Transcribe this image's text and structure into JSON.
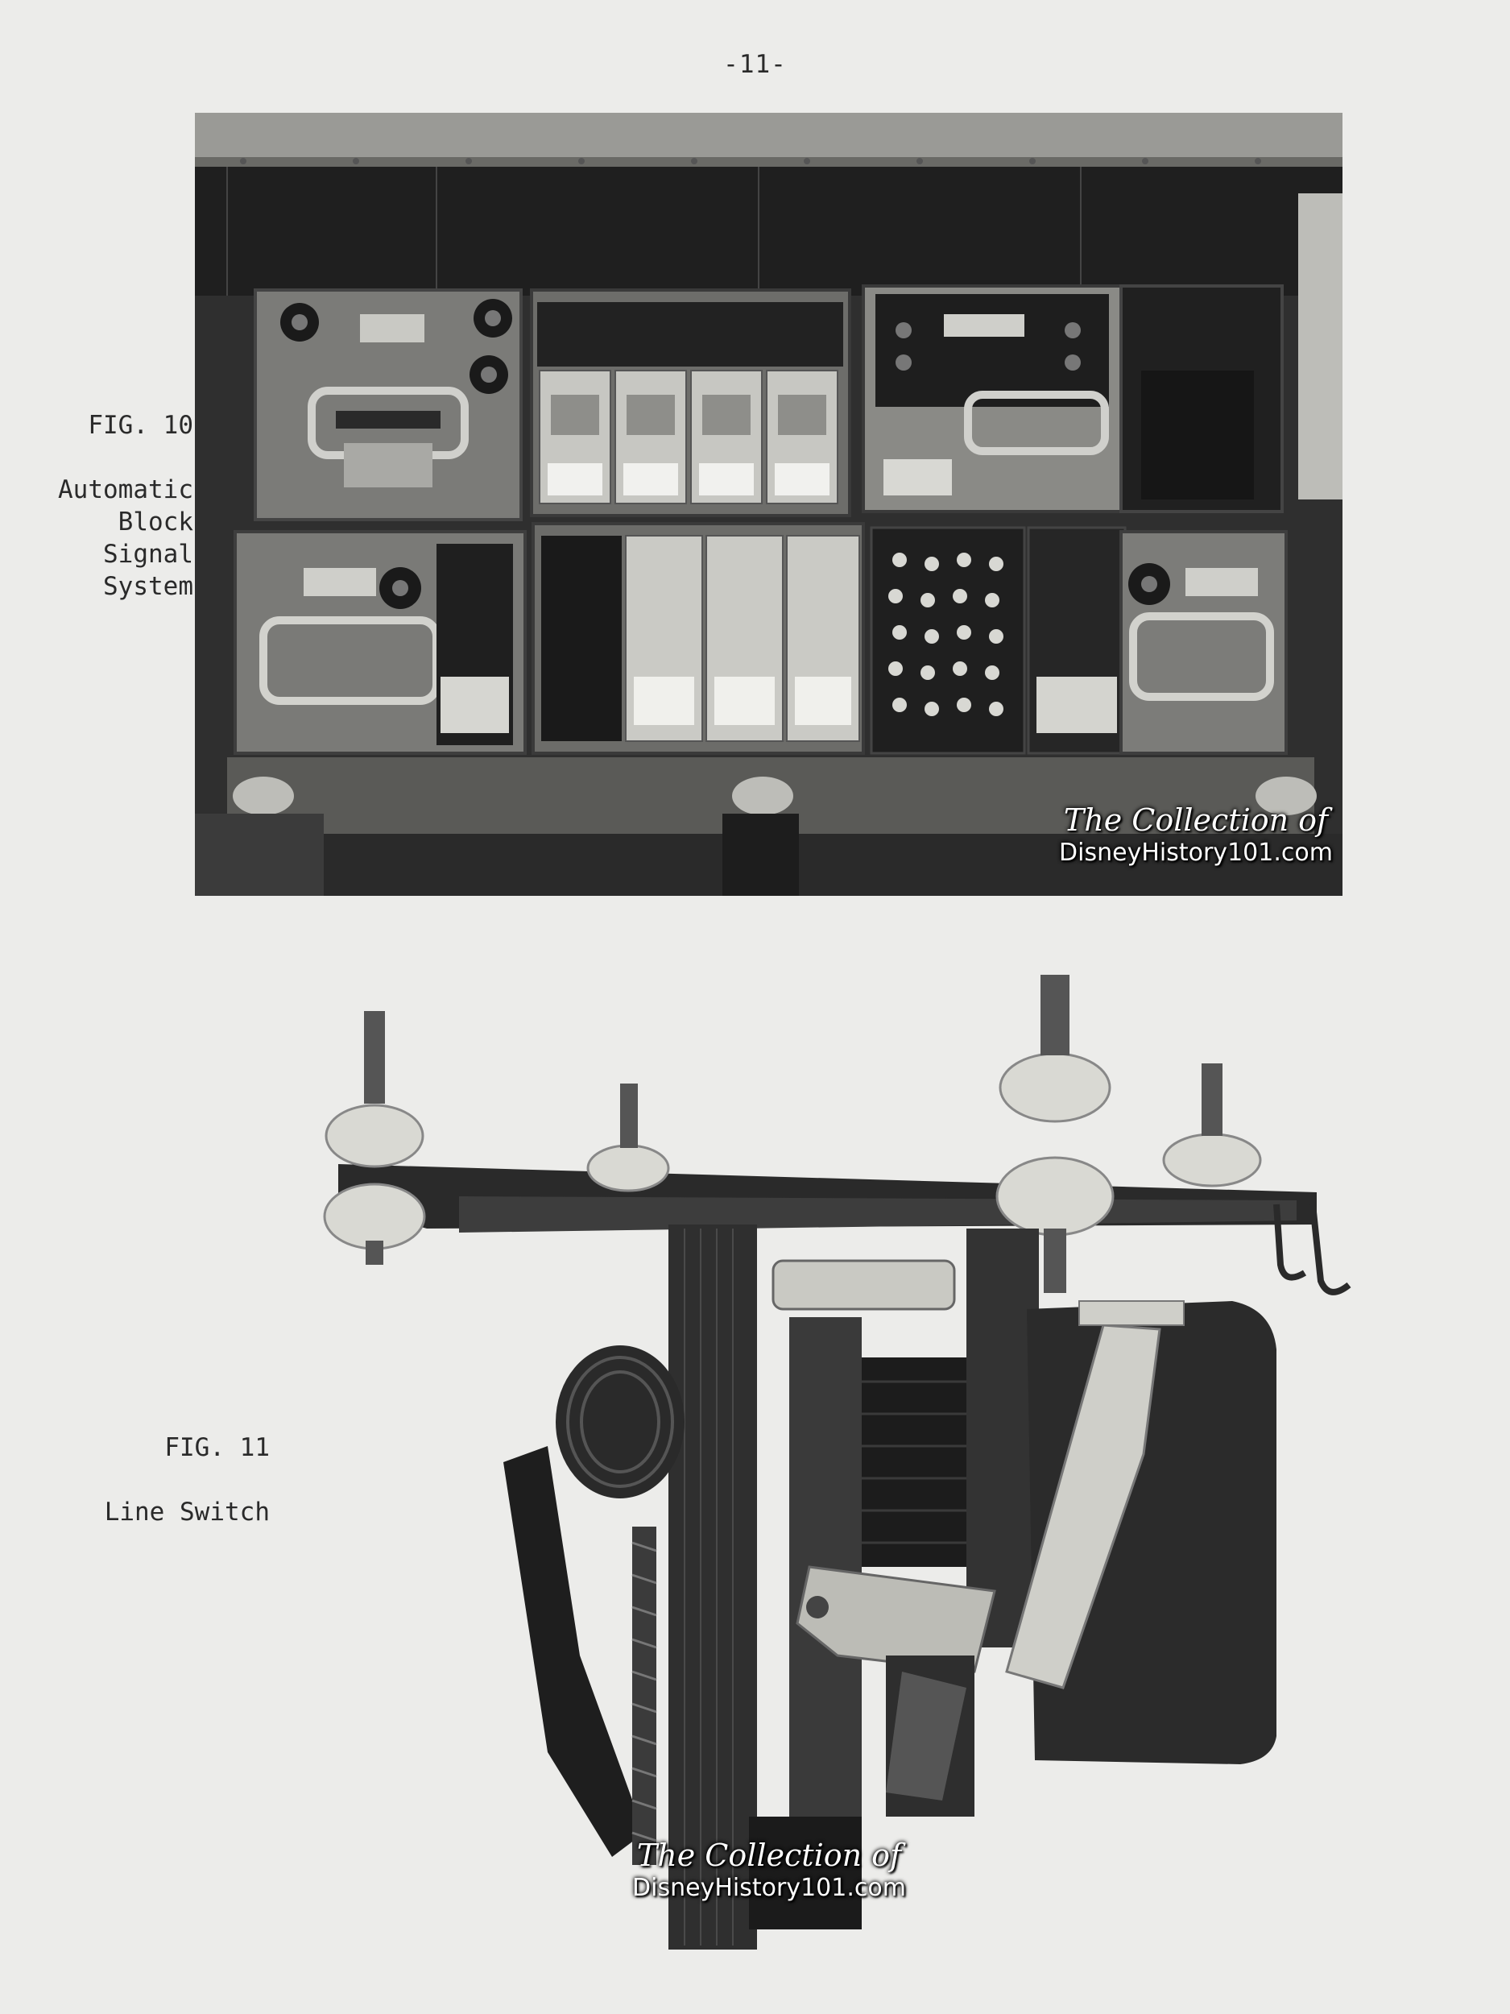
{
  "page": {
    "number": "-11-"
  },
  "figures": [
    {
      "label": "FIG. 10",
      "caption": "Automatic\nBlock\nSignal\nSystem",
      "watermark": {
        "title": "The Collection of",
        "site": "DisneyHistory101.com"
      }
    },
    {
      "label": "FIG. 11",
      "caption": "Line Switch",
      "watermark": {
        "title": "The Collection of",
        "site": "DisneyHistory101.com"
      }
    }
  ]
}
